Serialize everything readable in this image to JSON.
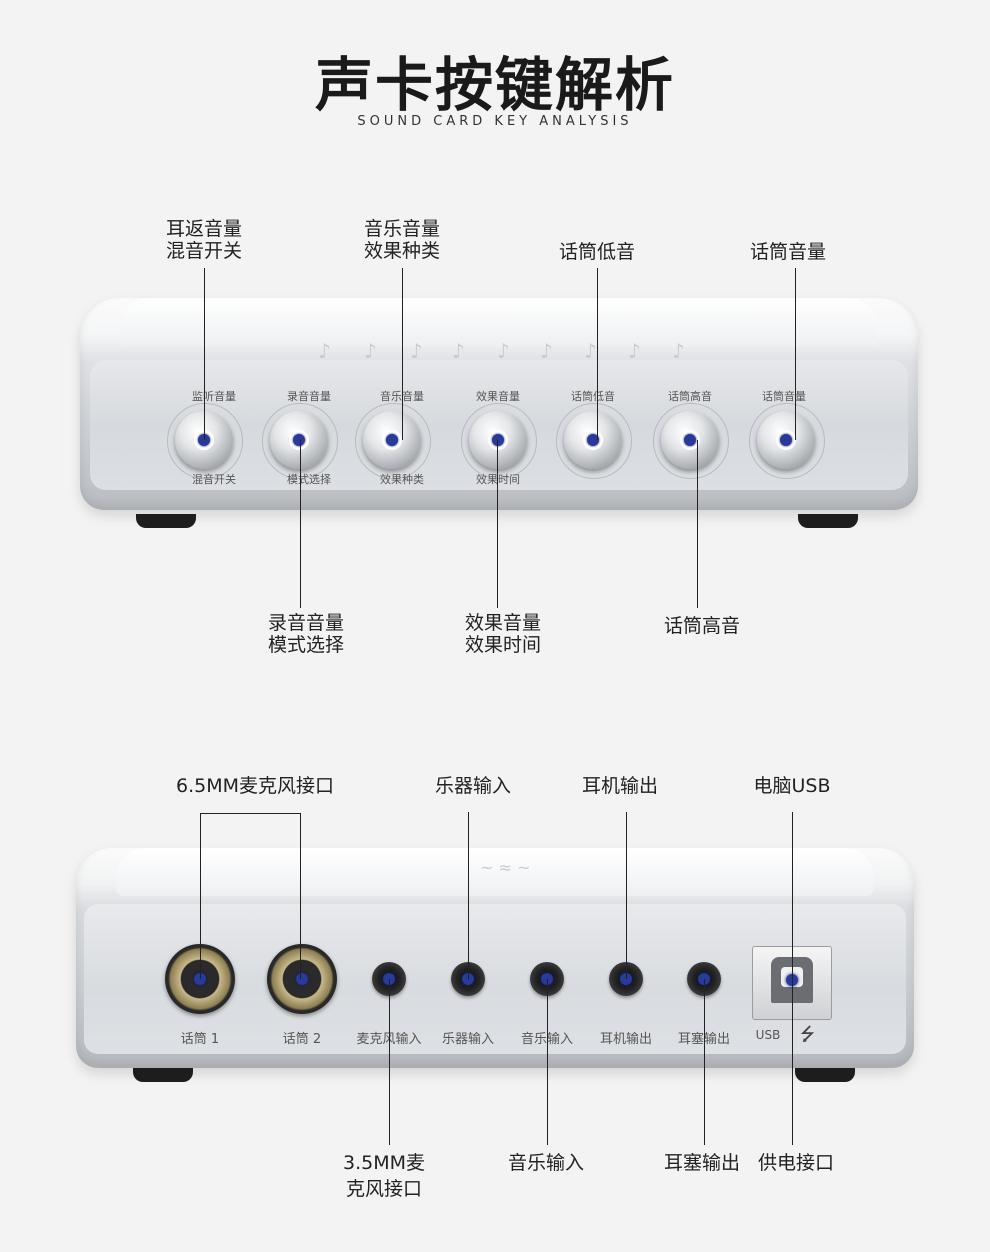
{
  "header": {
    "title": "声卡按键解析",
    "subtitle": "SOUND CARD KEY ANALYSIS"
  },
  "front": {
    "callouts_top": [
      {
        "line1": "耳返音量",
        "line2": "混音开关"
      },
      {
        "line1": "音乐音量",
        "line2": "效果种类"
      },
      {
        "line1": "话筒低音",
        "line2": ""
      },
      {
        "line1": "话筒音量",
        "line2": ""
      }
    ],
    "callouts_bottom": [
      {
        "line1": "录音音量",
        "line2": "模式选择"
      },
      {
        "line1": "效果音量",
        "line2": "效果时间"
      },
      {
        "line1": "话筒高音",
        "line2": ""
      }
    ],
    "knobs": [
      {
        "top": "监听音量",
        "bottom": "混音开关"
      },
      {
        "top": "录音音量",
        "bottom": "模式选择"
      },
      {
        "top": "音乐音量",
        "bottom": "效果种类"
      },
      {
        "top": "效果音量",
        "bottom": "效果时间"
      },
      {
        "top": "话筒低音",
        "bottom": ""
      },
      {
        "top": "话筒高音",
        "bottom": ""
      },
      {
        "top": "话筒音量",
        "bottom": ""
      }
    ]
  },
  "back": {
    "callouts_top": [
      "6.5MM麦克风接口",
      "乐器输入",
      "耳机输出",
      "电脑USB"
    ],
    "callouts_bottom": [
      {
        "line1": "3.5MM麦",
        "line2": "克风接口"
      },
      {
        "line1": "音乐输入",
        "line2": ""
      },
      {
        "line1": "耳塞输出",
        "line2": ""
      },
      {
        "line1": "供电接口",
        "line2": ""
      }
    ],
    "ports": [
      "话筒 1",
      "话筒 2",
      "麦克风输入",
      "乐器输入",
      "音乐输入",
      "耳机输出",
      "耳塞输出",
      "USB"
    ]
  },
  "colors": {
    "indicator_blue": "#2a3a9a",
    "text_dark": "#222222",
    "background": "#f3f3f3"
  }
}
